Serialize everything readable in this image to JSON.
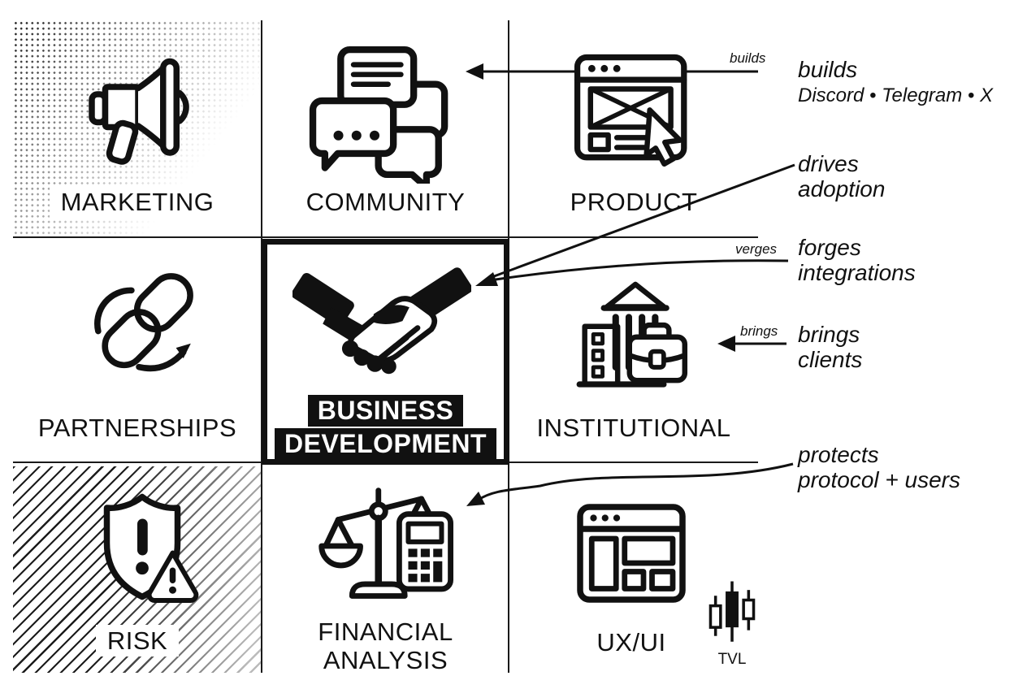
{
  "diagram": {
    "grid": [
      {
        "id": "marketing",
        "label": "MARKETING",
        "icon": "megaphone-icon"
      },
      {
        "id": "community",
        "label": "COMMUNITY",
        "icon": "chat-bubbles-icon"
      },
      {
        "id": "product",
        "label": "PRODUCT",
        "icon": "browser-cursor-icon"
      },
      {
        "id": "partnerships",
        "label": "PARTNERSHIPS",
        "icon": "chain-link-icon"
      },
      {
        "id": "business-development",
        "label_line1": "BUSINESS",
        "label_line2": "DEVELOPMENT",
        "icon": "handshake-icon"
      },
      {
        "id": "institutional",
        "label": "INSTITUTIONAL",
        "icon": "bank-briefcase-icon"
      },
      {
        "id": "risk",
        "label": "RISK",
        "icon": "shield-alert-icon"
      },
      {
        "id": "financial-analysis",
        "label_line1": "FINANCIAL",
        "label_line2": "ANALYSIS",
        "icon": "scale-calculator-icon"
      },
      {
        "id": "uxui",
        "label": "UX/UI",
        "icon": "wireframe-icon"
      }
    ],
    "annotations": {
      "builds_small": "builds",
      "builds_title": "builds",
      "builds_subtitle": "Discord • Telegram • X",
      "drives_line1": "drives",
      "drives_line2": "adoption",
      "verges_small": "verges",
      "forges_line1": "forges",
      "forges_line2": "integrations",
      "brings_small": "brings",
      "brings_line1": "brings",
      "brings_line2": "clients",
      "protects_line1": "protects",
      "protects_line2": "protocol + users"
    },
    "tvl_label": "TVL",
    "colors": {
      "ink": "#111111",
      "bg": "#ffffff"
    }
  }
}
